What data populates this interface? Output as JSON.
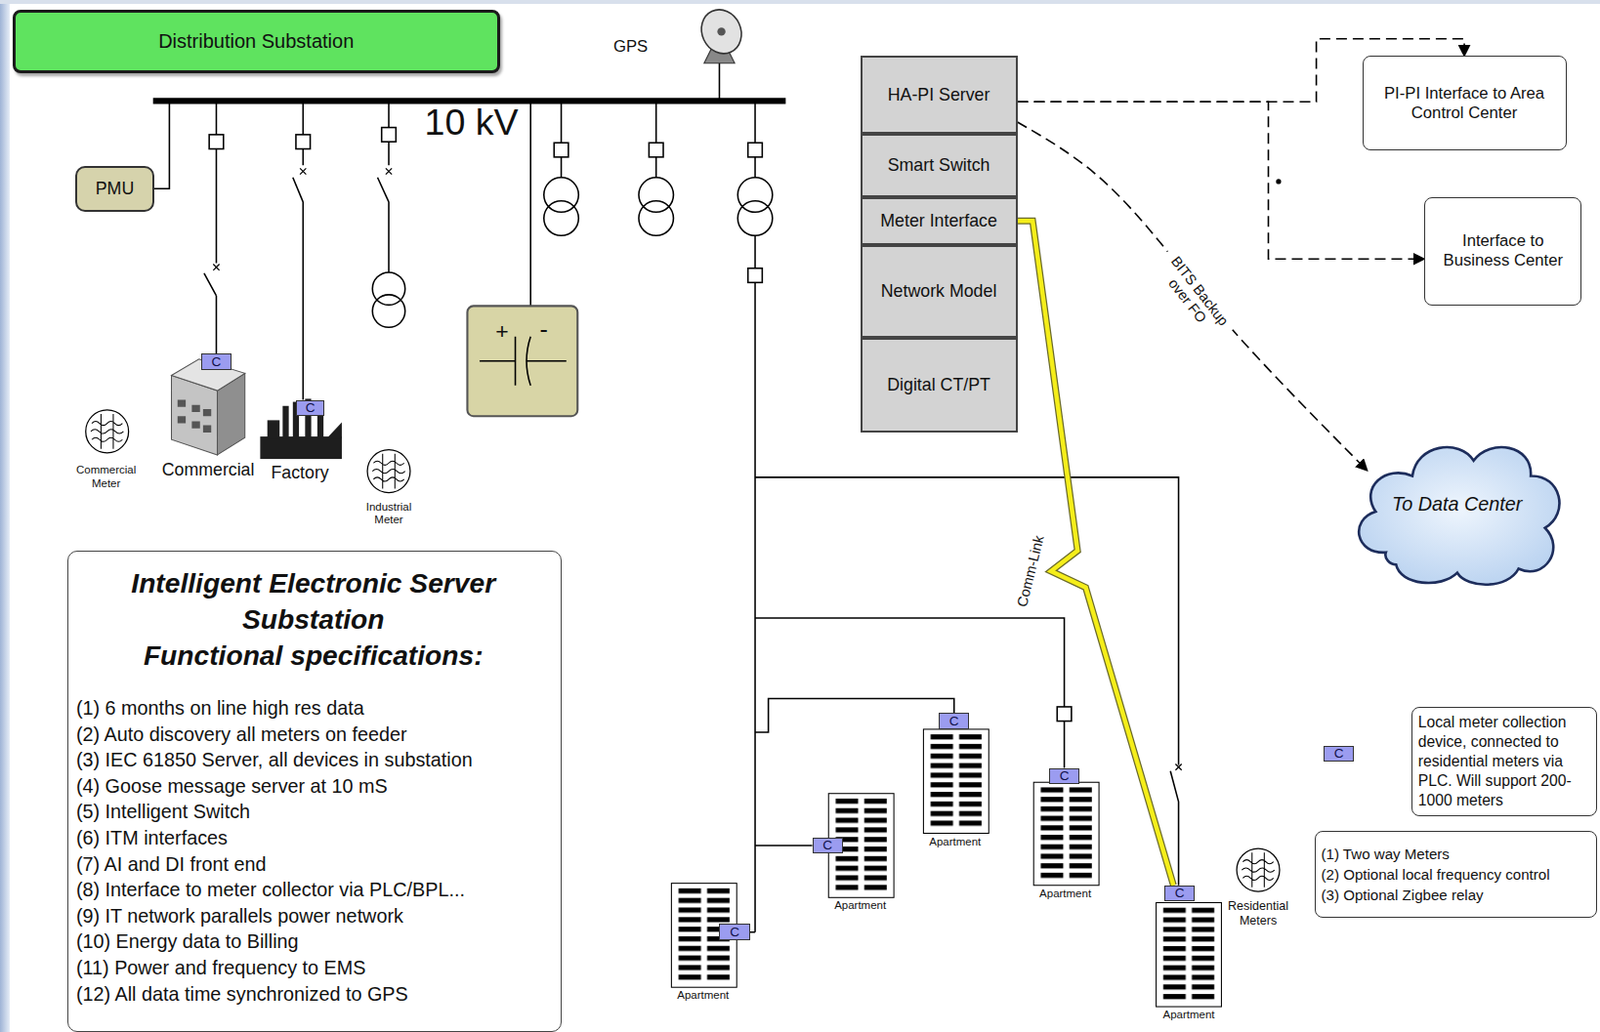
{
  "diagram": {
    "nodes": [
      {
        "text": [
          "Distribution Substation"
        ]
      },
      {
        "text": [
          "PMU"
        ]
      },
      {
        "text": [
          "HA-PI Server"
        ]
      },
      {
        "text": [
          "Smart Switch"
        ]
      },
      {
        "text": [
          "Meter Interface"
        ]
      },
      {
        "text": [
          "Network Model"
        ]
      },
      {
        "text": [
          "Digital CT/PT"
        ]
      },
      {
        "text": [
          "PI-PI Interface to Area Control Center"
        ]
      },
      {
        "text": [
          "Interface to Business Center"
        ]
      },
      {
        "text": [
          "C"
        ]
      },
      {
        "text": [
          "C"
        ]
      },
      {
        "text": [
          "To Data Center"
        ]
      },
      {
        "text": [
          "Intelligent Electronic Server Substation",
          "Functional specifications:",
          "(1) 6 months on line high res data",
          "(2) Auto discovery all meters on feeder",
          "(3) IEC 61850 Server, all devices in substation",
          "(4) Goose message server at 10 mS",
          "(5) Intelligent Switch",
          "(6) ITM interfaces",
          "(7) AI and DI front end",
          "(8) Interface to meter collector via PLC/BPL...",
          "(9) IT network parallels power network",
          "(10) Energy data to Billing",
          "(11) Power and frequency to EMS",
          "(12) All data time synchronized to GPS"
        ]
      },
      {
        "text": [
          "C"
        ]
      },
      {
        "text": [
          "C"
        ]
      },
      {
        "text": [
          "C"
        ]
      },
      {
        "text": [
          "C"
        ]
      },
      {
        "text": [
          "C"
        ]
      },
      {
        "text": [
          "C"
        ]
      },
      {
        "text": [
          "Local meter collection device, connected to residential meters via PLC. Will support 200-1000 meters"
        ]
      },
      {
        "text": [
          "(1) Two way Meters",
          "(2) Optional local frequency control",
          "(3) Optional Zigbee relay"
        ]
      }
    ],
    "edges": [
      {
        "from": 2,
        "to": 7,
        "arrow": "to"
      },
      {
        "from": 2,
        "to": 8,
        "arrow": "to"
      },
      {
        "from": 2,
        "to": 11,
        "label": "BITS Backup over FO",
        "arrow": "to"
      },
      {
        "from": 4,
        "to": 16,
        "label": "Comm-Link",
        "arrow": "none"
      }
    ],
    "labels": [
      "GPS",
      "10 kV",
      "+",
      "-",
      "Commercial Meter",
      "Commercial",
      "Factory",
      "Industrial Meter",
      "Apartment",
      "Apartment",
      "Apartment",
      "Apartment",
      "Residential Meters",
      "Apartment"
    ]
  }
}
